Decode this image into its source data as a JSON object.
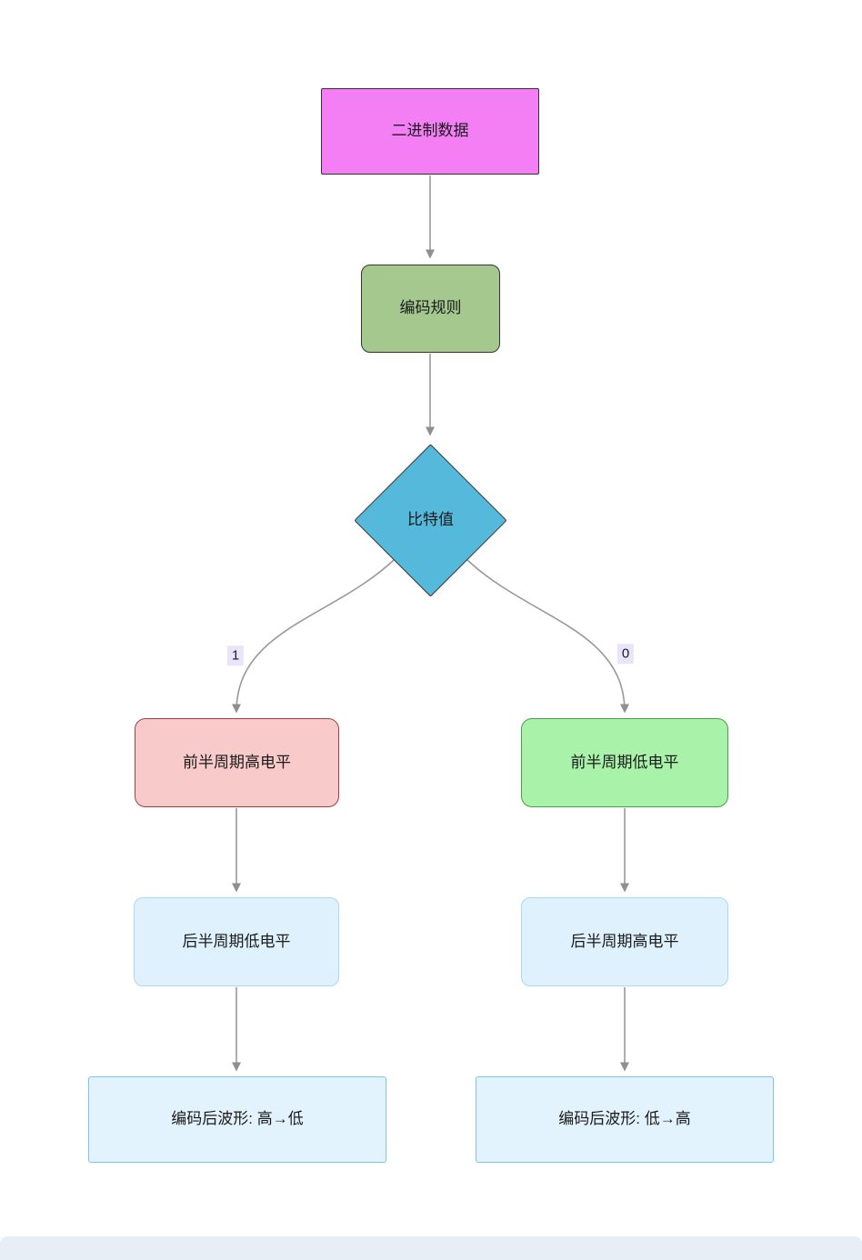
{
  "diagram": {
    "type": "flowchart",
    "direction": "top-down",
    "nodes": {
      "binary_data": {
        "label": "二进制数据",
        "shape": "rectangle",
        "fill": "#f47ff4",
        "stroke": "#333333"
      },
      "encoding_rule": {
        "label": "编码规则",
        "shape": "rounded",
        "fill": "#a5c88f",
        "stroke": "#333333"
      },
      "bit_value": {
        "label": "比特值",
        "shape": "diamond",
        "fill": "#55b9dc",
        "stroke": "#333333"
      },
      "first_half_high": {
        "label": "前半周期高电平",
        "shape": "rounded",
        "fill": "#f8caca",
        "stroke": "#9c4040"
      },
      "first_half_low": {
        "label": "前半周期低电平",
        "shape": "rounded",
        "fill": "#a9f2a9",
        "stroke": "#46a046"
      },
      "second_half_low": {
        "label": "后半周期低电平",
        "shape": "rounded",
        "fill": "#def1fd",
        "stroke": "#a9d8f5"
      },
      "second_half_high": {
        "label": "后半周期高电平",
        "shape": "rounded",
        "fill": "#def1fd",
        "stroke": "#a9d8f5"
      },
      "waveform_high_low": {
        "label": "编码后波形: 高→低",
        "shape": "rectangle",
        "fill": "#e2f3fd",
        "stroke": "#7cc5ee"
      },
      "waveform_low_high": {
        "label": "编码后波形: 低→高",
        "shape": "rectangle",
        "fill": "#e2f3fd",
        "stroke": "#7cc5ee"
      }
    },
    "edges": [
      {
        "from": "binary_data",
        "to": "encoding_rule",
        "label": ""
      },
      {
        "from": "encoding_rule",
        "to": "bit_value",
        "label": ""
      },
      {
        "from": "bit_value",
        "to": "first_half_high",
        "label": "1"
      },
      {
        "from": "bit_value",
        "to": "first_half_low",
        "label": "0"
      },
      {
        "from": "first_half_high",
        "to": "second_half_low",
        "label": ""
      },
      {
        "from": "first_half_low",
        "to": "second_half_high",
        "label": ""
      },
      {
        "from": "second_half_low",
        "to": "waveform_high_low",
        "label": ""
      },
      {
        "from": "second_half_high",
        "to": "waveform_low_high",
        "label": ""
      }
    ],
    "edge_labels": {
      "one": "1",
      "zero": "0"
    },
    "colors": {
      "arrow": "#999999",
      "arrowhead": "#8f8f8f",
      "edge_label_bg": "#e9e4f9",
      "canvas_bg": "#ffffff",
      "bottom_bar": "#e8eef5",
      "text": "#1a1a1a"
    }
  }
}
